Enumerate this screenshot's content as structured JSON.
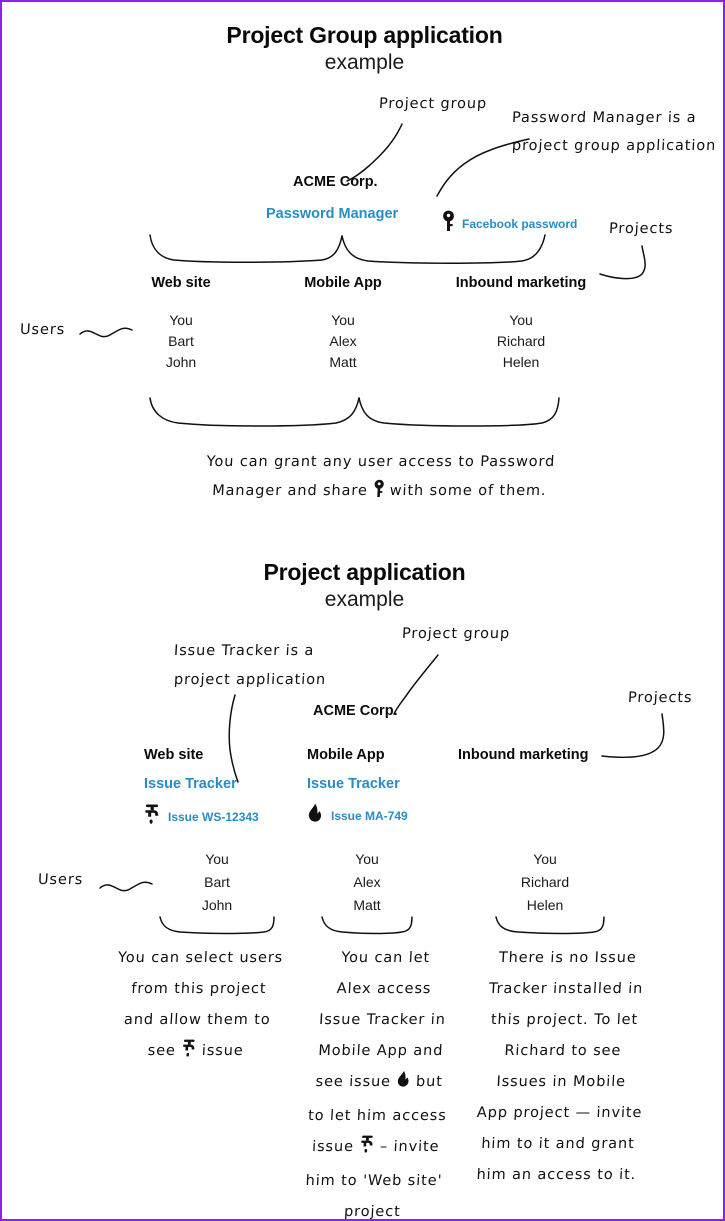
{
  "page": {
    "border_color": "#8b1ff5",
    "background": "#ffffff",
    "accent_blue": "#2b8cc4",
    "ink": "#111111"
  },
  "section1": {
    "title": "Project Group application",
    "subtitle": "example",
    "annotations": {
      "project_group": "Project group",
      "app_note": "Password Manager is a\nproject group application",
      "app_note_line1": "Password Manager is a",
      "app_note_line2": "project group application",
      "projects": "Projects",
      "users": "Users"
    },
    "group_name": "ACME Corp.",
    "application": "Password Manager",
    "item": {
      "icon": "key-icon",
      "label": "Facebook password"
    },
    "projects": [
      {
        "name": "Web site",
        "users": [
          "You",
          "Bart",
          "John"
        ]
      },
      {
        "name": "Mobile App",
        "users": [
          "You",
          "Alex",
          "Matt"
        ]
      },
      {
        "name": "Inbound marketing",
        "users": [
          "You",
          "Richard",
          "Helen"
        ]
      }
    ],
    "caption_line1_a": "You can grant any user access to Password",
    "caption_line2_a": "Manager and share ",
    "caption_line2_icon": "key-icon",
    "caption_line2_b": " with some of them."
  },
  "section2": {
    "title": "Project application",
    "subtitle": "example",
    "annotations": {
      "app_note_line1": "Issue Tracker is a",
      "app_note_line2": "project application",
      "project_group": "Project group",
      "projects": "Projects",
      "users": "Users"
    },
    "group_name": "ACME Corp.",
    "projects": [
      {
        "name": "Web site",
        "application": "Issue Tracker",
        "item": {
          "icon": "faucet-icon",
          "label": "Issue WS-12343"
        },
        "users": [
          "You",
          "Bart",
          "John"
        ]
      },
      {
        "name": "Mobile App",
        "application": "Issue Tracker",
        "item": {
          "icon": "flame-icon",
          "label": "Issue MA-749"
        },
        "users": [
          "You",
          "Alex",
          "Matt"
        ]
      },
      {
        "name": "Inbound marketing",
        "application": "",
        "item": {
          "icon": "",
          "label": ""
        },
        "users": [
          "You",
          "Richard",
          "Helen"
        ]
      }
    ],
    "captions": {
      "left": {
        "lines": [
          "You can select users",
          "from this project",
          "and allow them to"
        ],
        "last_before_icon": "see ",
        "last_icon": "faucet-icon",
        "last_after_icon": " issue"
      },
      "middle": {
        "lines_top": [
          "You can let",
          "Alex access",
          "Issue Tracker in",
          "Mobile App and"
        ],
        "l5_before": "see issue ",
        "l5_icon": "flame-icon",
        "l5_after": " but",
        "l6": "to let him access",
        "l7_before": "issue ",
        "l7_icon": "faucet-icon",
        "l7_after": " – invite",
        "lines_bottom": [
          "him to 'Web site'",
          "project"
        ]
      },
      "right": {
        "lines": [
          "There is no Issue",
          "Tracker installed in",
          "this project. To let",
          "Richard to see",
          "Issues in Mobile",
          "App project — invite",
          "him to it and grant",
          "him an access to it."
        ]
      }
    }
  }
}
